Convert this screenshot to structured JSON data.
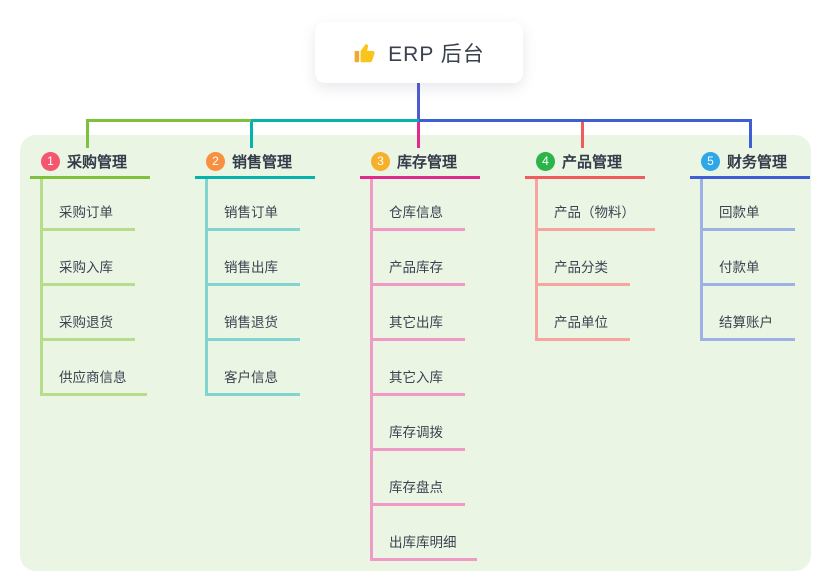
{
  "root": {
    "label": "ERP 后台",
    "icon": "thumbs-up-icon"
  },
  "colors": {
    "canvas_bg": "#ffffff",
    "panel_bg": "#eaf5e3",
    "trunk": "#4f5bd5",
    "root_text": "#39414f",
    "branch_text": "#333b49",
    "child_text": "#3b4351"
  },
  "branches": [
    {
      "number": "1",
      "label": "采购管理",
      "color": "#7fc13d",
      "light_color": "#b6dc8c",
      "badge_color": "#f4566e",
      "children": [
        "采购订单",
        "采购入库",
        "采购退货",
        "供应商信息"
      ]
    },
    {
      "number": "2",
      "label": "销售管理",
      "color": "#04b3ab",
      "light_color": "#82d5cf",
      "badge_color": "#f98f40",
      "children": [
        "销售订单",
        "销售出库",
        "销售退货",
        "客户信息"
      ]
    },
    {
      "number": "3",
      "label": "库存管理",
      "color": "#e02a8d",
      "light_color": "#f09ac8",
      "badge_color": "#f7b02c",
      "children": [
        "仓库信息",
        "产品库存",
        "其它出库",
        "其它入库",
        "库存调拨",
        "库存盘点",
        "出库库明细"
      ]
    },
    {
      "number": "4",
      "label": "产品管理",
      "color": "#f15b5b",
      "light_color": "#f6a5a0",
      "badge_color": "#2cb44b",
      "children": [
        "产品（物料）",
        "产品分类",
        "产品单位"
      ]
    },
    {
      "number": "5",
      "label": "财务管理",
      "color": "#3e5ed3",
      "light_color": "#9db1e6",
      "badge_color": "#2ea7e9",
      "children": [
        "回款单",
        "付款单",
        "结算账户"
      ]
    }
  ]
}
